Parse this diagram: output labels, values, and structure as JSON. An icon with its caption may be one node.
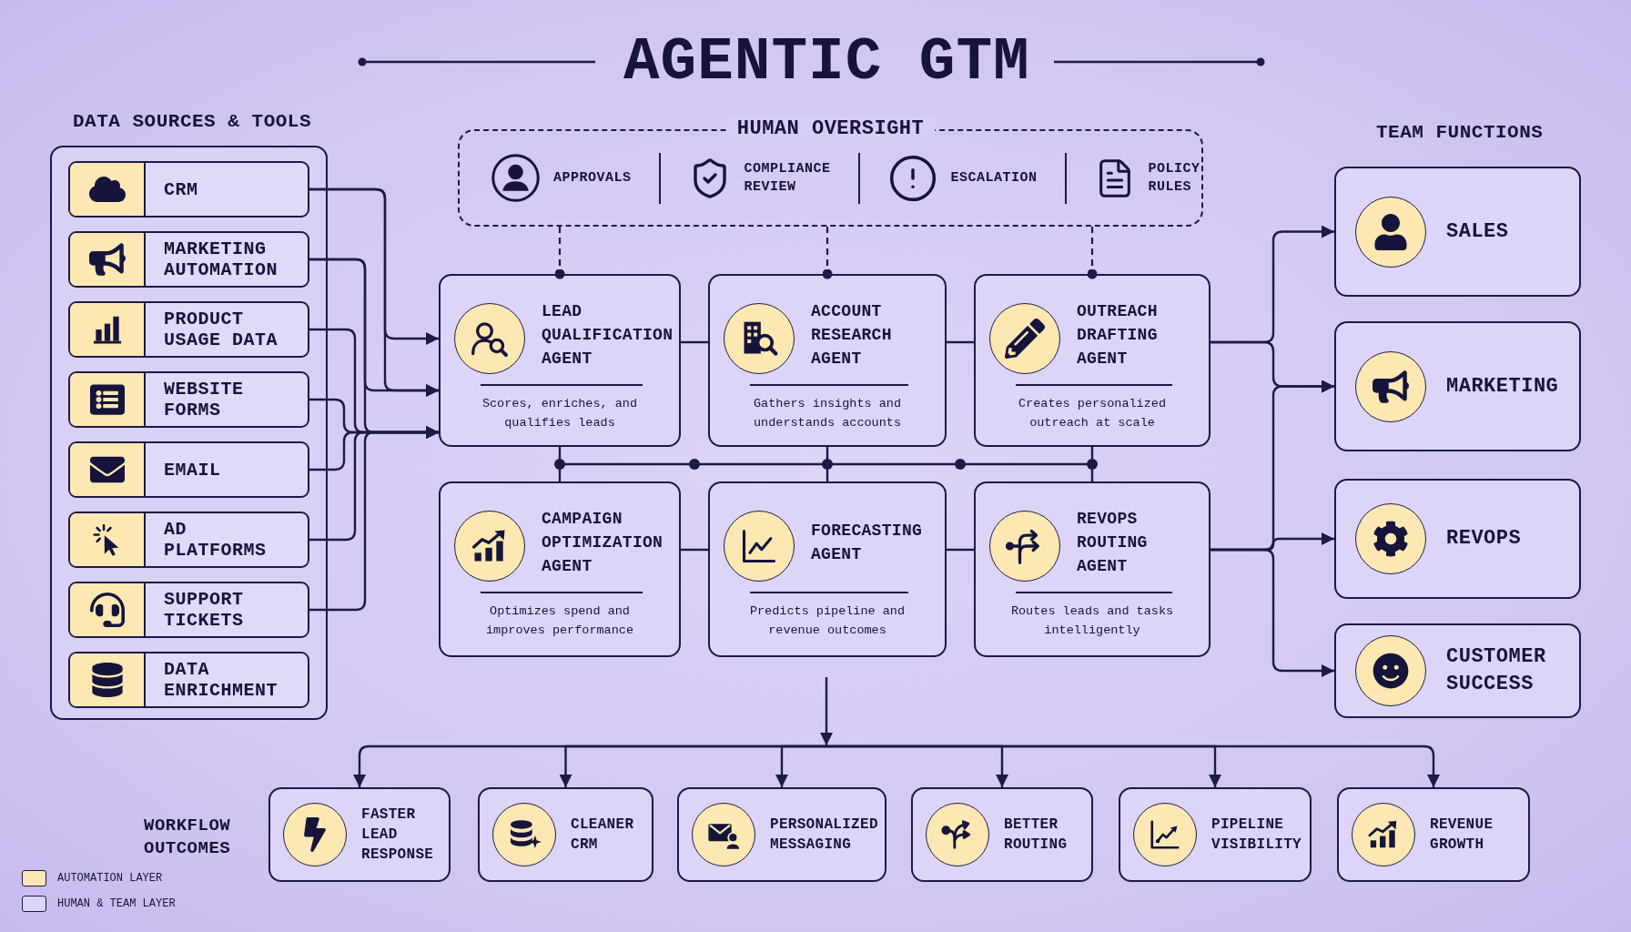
{
  "diagram": {
    "title": "AGENTIC GTM",
    "nodes": [
      {
        "text": [
          "DATA SOURCES & TOOLS"
        ]
      },
      {
        "text": [
          "CRM"
        ],
        "in": 0
      },
      {
        "text": [
          "MARKETING AUTOMATION"
        ],
        "in": 0
      },
      {
        "text": [
          "PRODUCT USAGE DATA"
        ],
        "in": 0
      },
      {
        "text": [
          "WEBSITE FORMS"
        ],
        "in": 0
      },
      {
        "text": [
          "EMAIL"
        ],
        "in": 0
      },
      {
        "text": [
          "AD PLATFORMS"
        ],
        "in": 0
      },
      {
        "text": [
          "SUPPORT TICKETS"
        ],
        "in": 0
      },
      {
        "text": [
          "DATA ENRICHMENT"
        ],
        "in": 0
      },
      {
        "text": [
          "HUMAN OVERSIGHT",
          "APPROVALS",
          "COMPLIANCE REVIEW",
          "ESCALATION",
          "POLICY RULES"
        ]
      },
      {
        "text": [
          "LEAD QUALIFICATION AGENT",
          "Scores, enriches, and qualifies leads"
        ]
      },
      {
        "text": [
          "ACCOUNT RESEARCH AGENT",
          "Gathers insights and understands accounts"
        ]
      },
      {
        "text": [
          "OUTREACH DRAFTING AGENT",
          "Creates personalized outreach at scale"
        ]
      },
      {
        "text": [
          "CAMPAIGN OPTIMIZATION AGENT",
          "Optimizes spend and improves performance"
        ]
      },
      {
        "text": [
          "FORECASTING AGENT",
          "Predicts pipeline and revenue outcomes"
        ]
      },
      {
        "text": [
          "REVOPS ROUTING AGENT",
          "Routes leads and tasks intelligently"
        ]
      },
      {
        "text": [
          "SALES"
        ]
      },
      {
        "text": [
          "MARKETING"
        ]
      },
      {
        "text": [
          "REVOPS"
        ]
      },
      {
        "text": [
          "CUSTOMER SUCCESS"
        ]
      },
      {
        "text": [
          "FASTER LEAD RESPONSE"
        ]
      },
      {
        "text": [
          "CLEANER CRM"
        ]
      },
      {
        "text": [
          "PERSONALIZED MESSAGING"
        ]
      },
      {
        "text": [
          "BETTER ROUTING"
        ]
      },
      {
        "text": [
          "PIPELINE VISIBILITY"
        ]
      },
      {
        "text": [
          "REVENUE GROWTH"
        ]
      }
    ],
    "edges": [
      {
        "from": 1,
        "to": 10,
        "arrow": "to"
      },
      {
        "from": 1,
        "to": 10,
        "arrow": "to"
      },
      {
        "from": 2,
        "to": 10,
        "arrow": "to"
      },
      {
        "from": 2,
        "to": 10,
        "arrow": "to"
      },
      {
        "from": 3,
        "to": 10,
        "arrow": "to"
      },
      {
        "from": 4,
        "to": 10,
        "arrow": "to"
      },
      {
        "from": 5,
        "to": 10,
        "arrow": "to"
      },
      {
        "from": 6,
        "to": 10,
        "arrow": "to"
      },
      {
        "from": 7,
        "to": 10,
        "arrow": "to"
      },
      {
        "from": 9,
        "to": 10,
        "arrow": "other",
        "style": "dashed"
      },
      {
        "from": 9,
        "to": 11,
        "arrow": "other",
        "style": "dashed"
      },
      {
        "from": 9,
        "to": 12,
        "arrow": "other",
        "style": "dashed"
      },
      {
        "from": 10,
        "to": 11,
        "arrow": "none"
      },
      {
        "from": 11,
        "to": 12,
        "arrow": "none"
      },
      {
        "from": 13,
        "to": 14,
        "arrow": "none"
      },
      {
        "from": 14,
        "to": 15,
        "arrow": "none"
      },
      {
        "from": 10,
        "to": 13,
        "arrow": "none"
      },
      {
        "from": 11,
        "to": 14,
        "arrow": "none"
      },
      {
        "from": 12,
        "to": 15,
        "arrow": "none"
      },
      {
        "from": 12,
        "to": 16,
        "arrow": "to"
      },
      {
        "from": 12,
        "to": 17,
        "arrow": "to"
      },
      {
        "from": 15,
        "to": 17,
        "arrow": "to"
      },
      {
        "from": 15,
        "to": 18,
        "arrow": "to"
      },
      {
        "from": 15,
        "to": 19,
        "arrow": "to"
      },
      {
        "from": null,
        "to": 20,
        "arrow": "to"
      },
      {
        "from": null,
        "to": 21,
        "arrow": "to"
      },
      {
        "from": null,
        "to": 22,
        "arrow": "to"
      },
      {
        "from": null,
        "to": 23,
        "arrow": "to"
      },
      {
        "from": null,
        "to": 24,
        "arrow": "to"
      },
      {
        "from": null,
        "to": 25,
        "arrow": "to"
      }
    ],
    "labels": [
      "TEAM FUNCTIONS",
      "WORKFLOW OUTCOMES"
    ],
    "legend": [
      {
        "text": "AUTOMATION LAYER",
        "color": "#fde8b3"
      },
      {
        "text": "HUMAN & TEAM LAYER",
        "color": "#ddd5f7"
      }
    ]
  }
}
